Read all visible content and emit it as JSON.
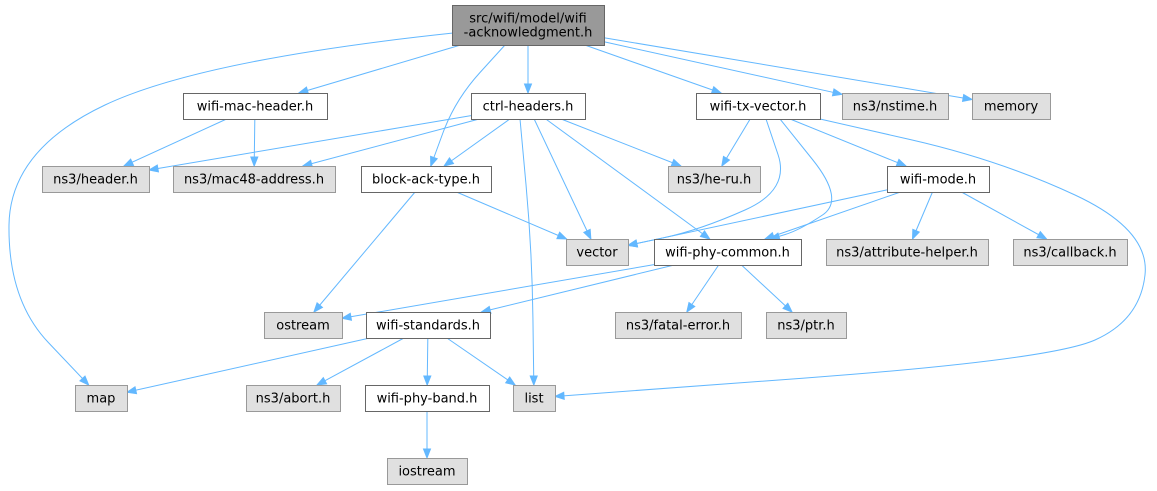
{
  "diagram": {
    "type": "include-dependency-graph",
    "colors": {
      "edge": "#63b8ff",
      "root_fill": "#999999",
      "internal_fill": "#ffffff",
      "external_fill": "#e0e0e0",
      "border": "#666666",
      "external_border": "#999999"
    },
    "nodes": {
      "root": {
        "lines": [
          "src/wifi/model/wifi",
          "-acknowledgment.h"
        ],
        "kind": "root"
      },
      "wifi_mac_header": {
        "lines": [
          "wifi-mac-header.h"
        ],
        "kind": "internal"
      },
      "ctrl_headers": {
        "lines": [
          "ctrl-headers.h"
        ],
        "kind": "internal"
      },
      "wifi_tx_vector": {
        "lines": [
          "wifi-tx-vector.h"
        ],
        "kind": "internal"
      },
      "nstime": {
        "lines": [
          "ns3/nstime.h"
        ],
        "kind": "external"
      },
      "memory": {
        "lines": [
          "memory"
        ],
        "kind": "external"
      },
      "header": {
        "lines": [
          "ns3/header.h"
        ],
        "kind": "external"
      },
      "mac48": {
        "lines": [
          "ns3/mac48-address.h"
        ],
        "kind": "external"
      },
      "block_ack_type": {
        "lines": [
          "block-ack-type.h"
        ],
        "kind": "internal"
      },
      "he_ru": {
        "lines": [
          "ns3/he-ru.h"
        ],
        "kind": "external"
      },
      "wifi_mode": {
        "lines": [
          "wifi-mode.h"
        ],
        "kind": "internal"
      },
      "vector": {
        "lines": [
          "vector"
        ],
        "kind": "external"
      },
      "wifi_phy_common": {
        "lines": [
          "wifi-phy-common.h"
        ],
        "kind": "internal"
      },
      "attribute_helper": {
        "lines": [
          "ns3/attribute-helper.h"
        ],
        "kind": "external"
      },
      "callback": {
        "lines": [
          "ns3/callback.h"
        ],
        "kind": "external"
      },
      "ostream": {
        "lines": [
          "ostream"
        ],
        "kind": "external"
      },
      "wifi_standards": {
        "lines": [
          "wifi-standards.h"
        ],
        "kind": "internal"
      },
      "fatal_error": {
        "lines": [
          "ns3/fatal-error.h"
        ],
        "kind": "external"
      },
      "ptr": {
        "lines": [
          "ns3/ptr.h"
        ],
        "kind": "external"
      },
      "map": {
        "lines": [
          "map"
        ],
        "kind": "external"
      },
      "abort": {
        "lines": [
          "ns3/abort.h"
        ],
        "kind": "external"
      },
      "wifi_phy_band": {
        "lines": [
          "wifi-phy-band.h"
        ],
        "kind": "internal"
      },
      "list": {
        "lines": [
          "list"
        ],
        "kind": "external"
      },
      "iostream": {
        "lines": [
          "iostream"
        ],
        "kind": "external"
      }
    },
    "edges": [
      [
        "root",
        "map"
      ],
      [
        "root",
        "wifi_mac_header"
      ],
      [
        "root",
        "block_ack_type"
      ],
      [
        "root",
        "ctrl_headers"
      ],
      [
        "root",
        "wifi_tx_vector"
      ],
      [
        "root",
        "nstime"
      ],
      [
        "root",
        "memory"
      ],
      [
        "wifi_mac_header",
        "header"
      ],
      [
        "wifi_mac_header",
        "mac48"
      ],
      [
        "ctrl_headers",
        "header"
      ],
      [
        "ctrl_headers",
        "mac48"
      ],
      [
        "ctrl_headers",
        "block_ack_type"
      ],
      [
        "ctrl_headers",
        "he_ru"
      ],
      [
        "ctrl_headers",
        "vector"
      ],
      [
        "ctrl_headers",
        "wifi_phy_common"
      ],
      [
        "ctrl_headers",
        "list"
      ],
      [
        "wifi_tx_vector",
        "he_ru"
      ],
      [
        "wifi_tx_vector",
        "vector"
      ],
      [
        "wifi_tx_vector",
        "wifi_phy_common"
      ],
      [
        "wifi_tx_vector",
        "wifi_mode"
      ],
      [
        "wifi_tx_vector",
        "list"
      ],
      [
        "block_ack_type",
        "vector"
      ],
      [
        "block_ack_type",
        "ostream"
      ],
      [
        "wifi_mode",
        "vector"
      ],
      [
        "wifi_mode",
        "wifi_phy_common"
      ],
      [
        "wifi_mode",
        "attribute_helper"
      ],
      [
        "wifi_mode",
        "callback"
      ],
      [
        "wifi_phy_common",
        "ostream"
      ],
      [
        "wifi_phy_common",
        "wifi_standards"
      ],
      [
        "wifi_phy_common",
        "fatal_error"
      ],
      [
        "wifi_phy_common",
        "ptr"
      ],
      [
        "wifi_standards",
        "map"
      ],
      [
        "wifi_standards",
        "abort"
      ],
      [
        "wifi_standards",
        "wifi_phy_band"
      ],
      [
        "wifi_standards",
        "list"
      ],
      [
        "wifi_phy_band",
        "iostream"
      ]
    ]
  }
}
